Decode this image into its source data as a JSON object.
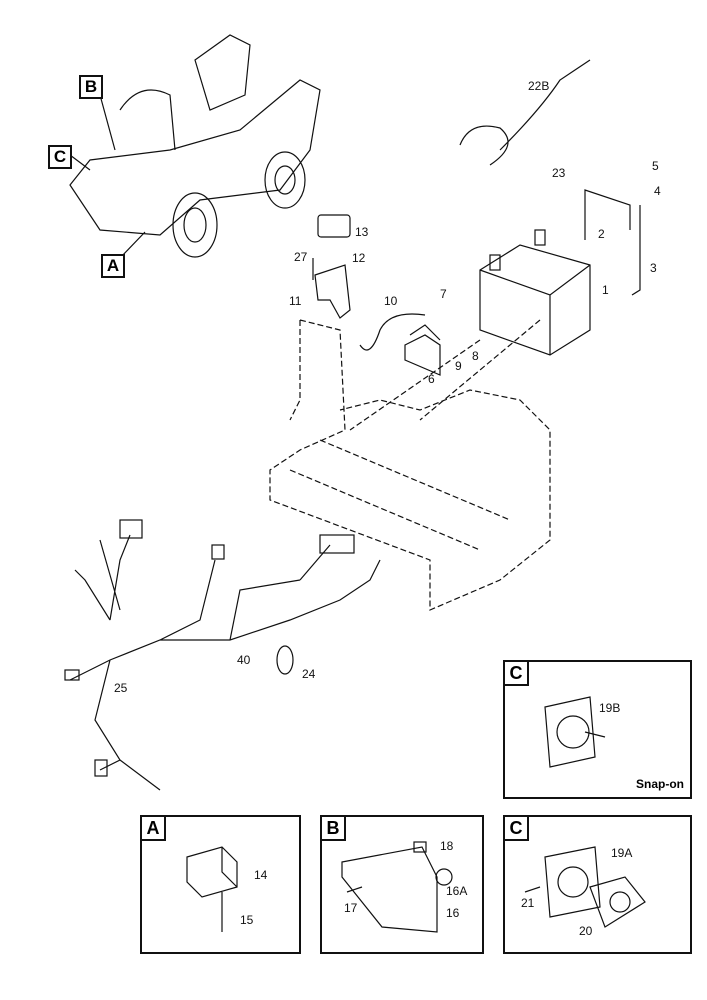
{
  "callouts": {
    "b": "B",
    "c": "C",
    "a": "A"
  },
  "parts": {
    "p22b": "22B",
    "p23": "23",
    "p5": "5",
    "p4": "4",
    "p2": "2",
    "p3": "3",
    "p1": "1",
    "p13": "13",
    "p27": "27",
    "p12": "12",
    "p11": "11",
    "p10": "10",
    "p7": "7",
    "p6": "6",
    "p9": "9",
    "p8": "8",
    "p40": "40",
    "p24": "24",
    "p25": "25"
  },
  "detail_c_snap": {
    "tag": "C",
    "part": "19B",
    "note": "Snap-on"
  },
  "detail_a": {
    "tag": "A",
    "parts": [
      "14",
      "15"
    ]
  },
  "detail_b": {
    "tag": "B",
    "parts": [
      "18",
      "16A",
      "17",
      "16"
    ]
  },
  "detail_c": {
    "tag": "C",
    "parts": [
      "19A",
      "21",
      "20"
    ]
  }
}
